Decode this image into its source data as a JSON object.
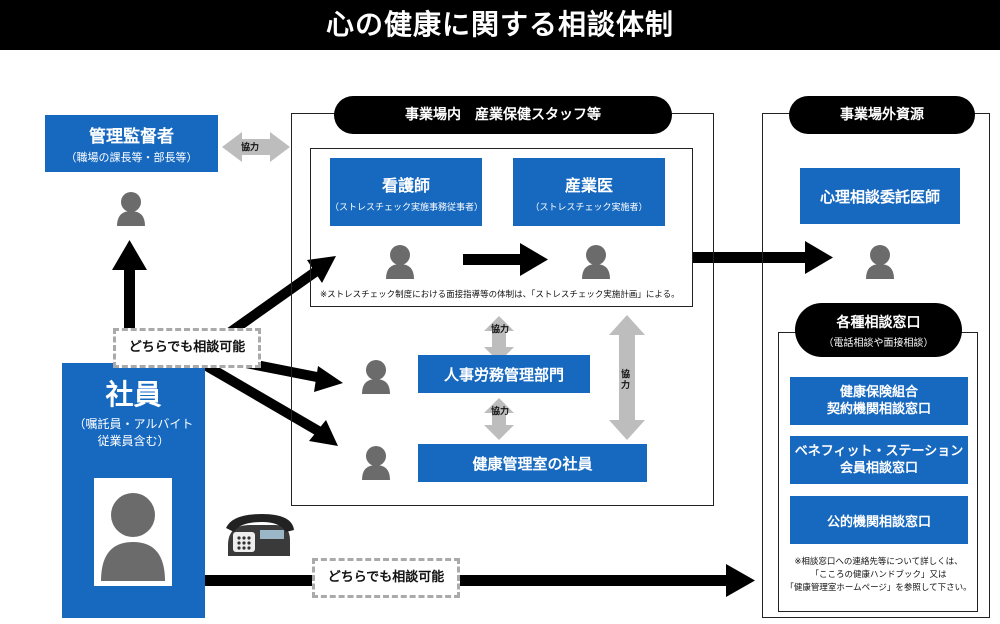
{
  "title": "心の健康に関する相談体制",
  "supervisor": {
    "name": "管理監督者",
    "sub": "（職場の課長等・部長等）"
  },
  "employee": {
    "name": "社員",
    "sub1": "（嘱託員・アルバイト",
    "sub2": "従業員含む）"
  },
  "internal": {
    "header": "事業場内　産業保健スタッフ等",
    "nurse": {
      "name": "看護師",
      "sub": "（ストレスチェック実施事務従事者）"
    },
    "doctor": {
      "name": "産業医",
      "sub": "（ストレスチェック実施者）"
    },
    "note": "※ストレスチェック制度における面接指導等の体制は、「ストレスチェック実施計画」による。",
    "hr": "人事労務管理部門",
    "health_staff": "健康管理室の社員"
  },
  "external": {
    "header": "事業場外資源",
    "psych": "心理相談委託医師"
  },
  "consult": {
    "header": "各種相談窓口",
    "sub": "（電話相談や面接相談）",
    "kenpo_1": "健康保険組合",
    "kenpo_2": "契約機関相談窓口",
    "benefit_1": "ベネフィット・ステーション",
    "benefit_2": "会員相談窓口",
    "public": "公的機関相談窓口",
    "note_1": "※相談窓口への連絡先等について詳しくは、",
    "note_2": "「こころの健康ハンドブック」又は",
    "note_3": "「健康管理室ホームページ」を参照して下さい。"
  },
  "labels": {
    "kyoryoku": "協力",
    "consult_anyone": "どちらでも相談可能"
  },
  "icons": [
    "person-icon",
    "telephone-icon"
  ],
  "colors": {
    "blue": "#1769c0",
    "grey_person": "#6b6b6b",
    "grey_arrow": "#bdbdbd"
  }
}
